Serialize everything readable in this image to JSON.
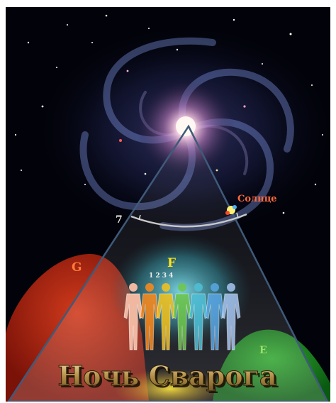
{
  "labels": {
    "sun": "Солнце",
    "seven": "7",
    "g": "G",
    "f": "F",
    "e": "E",
    "digits": "1 2 3 4"
  },
  "title": "Ночь Сварога",
  "colors": {
    "sun_label": "#ff6a3d",
    "g_label": "#ff7a3a",
    "f_label": "#ffe21a",
    "e_label": "#9adf6a",
    "title_fill": "#c9a95c"
  },
  "figures": [
    {
      "color": "#f0b8a0"
    },
    {
      "color": "#ff8a1a"
    },
    {
      "color": "#f6c21a"
    },
    {
      "color": "#6ec74a"
    },
    {
      "color": "#4fc0d8"
    },
    {
      "color": "#5aa7e6"
    },
    {
      "color": "#a8c6f2"
    }
  ]
}
